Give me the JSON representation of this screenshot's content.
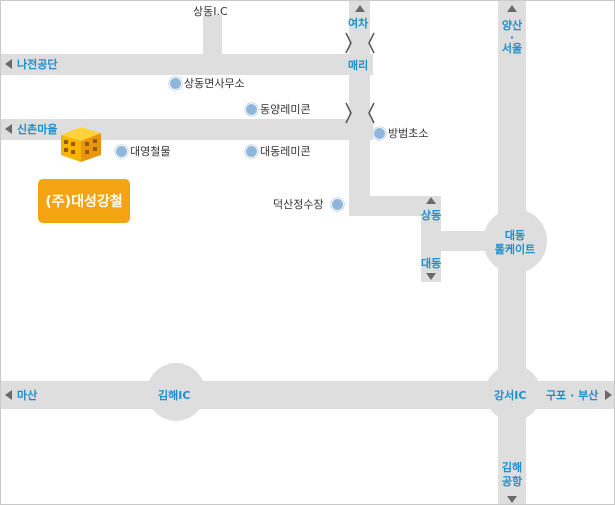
{
  "labels": {
    "top_ic": "상동I.C",
    "yeocha": "여차",
    "maeri": "매리",
    "yangsan_seoul": [
      "양산",
      "·",
      "서울"
    ],
    "najeon": "나전공단",
    "sinchon": "신촌마을",
    "masan": "마산",
    "gimhae_ic": "김해IC",
    "gangseo_ic": "강서IC",
    "gupo_busan": "구포 · 부산",
    "gimhae_airport": [
      "김해",
      "공항"
    ],
    "daedong_tollgate": [
      "대동",
      "톨케이트"
    ],
    "sangdong": "상동",
    "daedong": "대동"
  },
  "places": {
    "sangdong_office": "상동면사무소",
    "dongyang_remicon": "동양레미콘",
    "bangbeom_chocho": "방범초소",
    "daeyoung_steel": "대영철물",
    "daedong_remicon": "대동레미콘",
    "deoksan_water": "덕산정수장"
  },
  "company": "(주)대성강철",
  "colors": {
    "road": "#dedede",
    "place_label": "#1f8fc9",
    "marker": "#8fb6dc",
    "company_accent": "#f4a412"
  }
}
